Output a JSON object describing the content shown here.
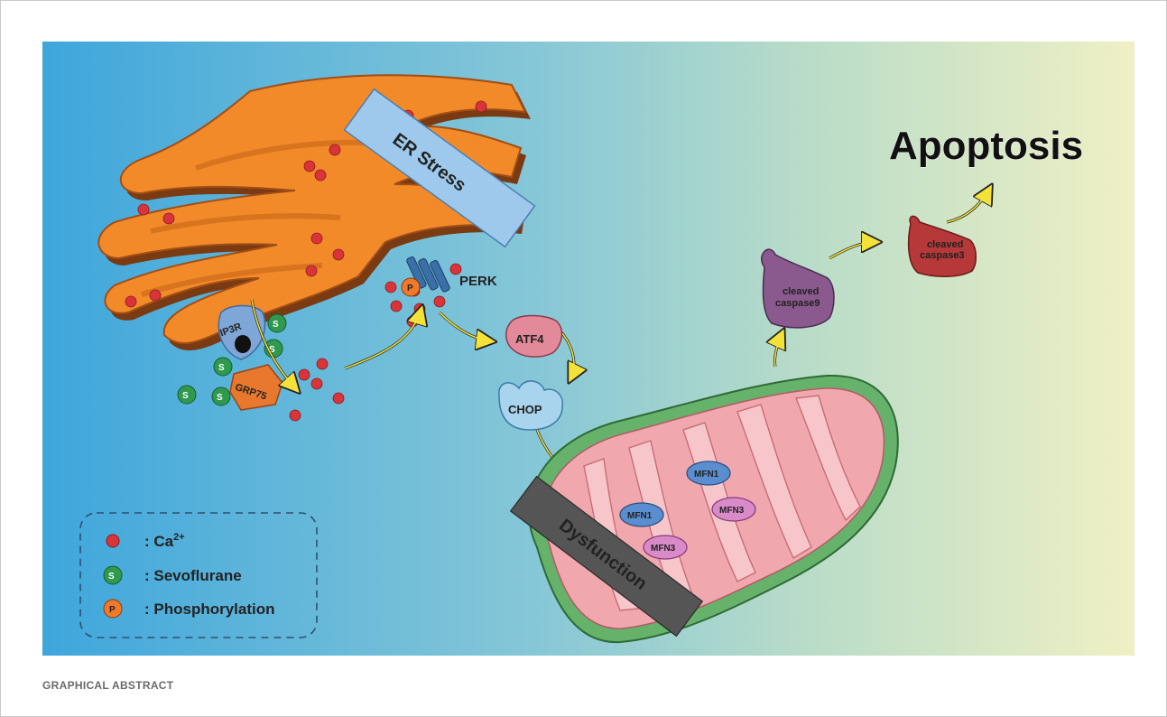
{
  "figure": {
    "caption": "GRAPHICAL ABSTRACT",
    "title": "Apoptosis"
  },
  "banners": {
    "er_stress": "ER Stress",
    "dysfunction": "Dysfunction"
  },
  "proteins": {
    "ip3r": "IP3R",
    "grp75": "GRP75",
    "perk": "PERK",
    "phospho": "P",
    "sevo": "S",
    "atf4": "ATF4",
    "chop": "CHOP",
    "mfn1": "MFN1",
    "mfn3": "MFN3",
    "caspase9": [
      "cleaved",
      "caspase9"
    ],
    "caspase3": [
      "cleaved",
      "caspase3"
    ]
  },
  "legend": [
    {
      "symbol": "red-dot",
      "label": ": Ca",
      "sup": "2+"
    },
    {
      "symbol": "s",
      "label": ": Sevoflurane"
    },
    {
      "symbol": "p",
      "label": ": Phosphorylation"
    }
  ],
  "colors": {
    "bg_left": "#3fa7dc",
    "bg_mid": "#8fcbd6",
    "bg_right": "#eff0c4",
    "er_orange": "#f28a2a",
    "er_shadow": "#7a3a12",
    "calcium": "#d8343a",
    "sevoflurane": "#2f9a4e",
    "phosphorylation": "#f07a2a",
    "mito_outer": "#66b26b",
    "mito_inner": "#f0a8ae",
    "caspase9": "#8a5a8e",
    "caspase3": "#b63838",
    "arrow": "#f4e23a"
  }
}
